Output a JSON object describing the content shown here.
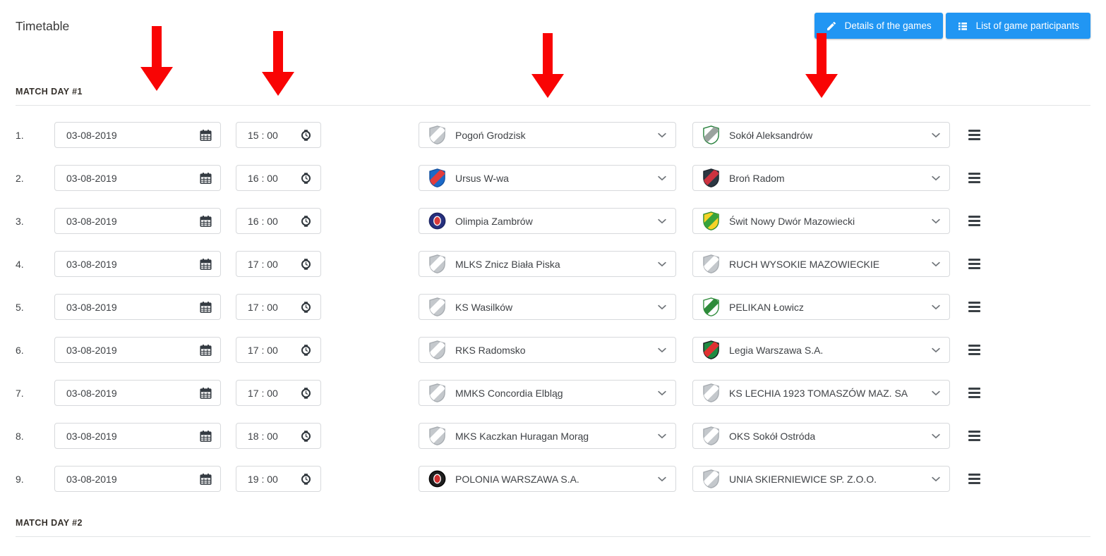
{
  "header": {
    "title": "Timetable",
    "buttons": [
      {
        "label": "Details of the games",
        "icon": "pencil-icon"
      },
      {
        "label": "List of game participants",
        "icon": "list-icon"
      }
    ]
  },
  "colors": {
    "accent_blue": "#2196f3",
    "arrow_red": "#f90404",
    "input_border": "#d7d9dc"
  },
  "sections": {
    "day1": "MATCH DAY #1",
    "day2": "MATCH DAY #2"
  },
  "annotations": {
    "arrow_count": 4,
    "arrow_meaning": "red down arrows pointing at date, time, home team and away team columns"
  },
  "rows": [
    {
      "num": "1.",
      "date": "03-08-2019",
      "time": "15 : 00",
      "home": {
        "name": "Pogoń Grodzisk",
        "crest": {
          "shape": "shield",
          "colors": [
            "#c4c8cc",
            "#ffffff",
            "#a6abb0"
          ]
        }
      },
      "away": {
        "name": "Sokół Aleksandrów",
        "crest": {
          "shape": "shield",
          "colors": [
            "#ffffff",
            "#9aa39e",
            "#1e7b34"
          ]
        }
      }
    },
    {
      "num": "2.",
      "date": "03-08-2019",
      "time": "16 : 00",
      "home": {
        "name": "Ursus W-wa",
        "crest": {
          "shape": "shield",
          "colors": [
            "#1b6ac9",
            "#e23c3c",
            "#14509e"
          ]
        }
      },
      "away": {
        "name": "Broń Radom",
        "crest": {
          "shape": "shield",
          "colors": [
            "#2c3742",
            "#cd3340",
            "#1d242c"
          ]
        }
      }
    },
    {
      "num": "3.",
      "date": "03-08-2019",
      "time": "16 : 00",
      "home": {
        "name": "Olimpia Zambrów",
        "crest": {
          "shape": "circle",
          "colors": [
            "#27307e",
            "#d93a3a",
            "#1a2360"
          ]
        }
      },
      "away": {
        "name": "Świt Nowy Dwór Mazowiecki",
        "crest": {
          "shape": "shield",
          "colors": [
            "#f5d327",
            "#37a33c",
            "#2c8b2c"
          ]
        }
      }
    },
    {
      "num": "4.",
      "date": "03-08-2019",
      "time": "17 : 00",
      "home": {
        "name": "MLKS Znicz Biała Piska",
        "crest": {
          "shape": "shield",
          "colors": [
            "#c4c8cc",
            "#ffffff",
            "#a6abb0"
          ]
        }
      },
      "away": {
        "name": "RUCH WYSOKIE MAZOWIECKIE",
        "crest": {
          "shape": "shield",
          "colors": [
            "#c4c8cc",
            "#ffffff",
            "#a6abb0"
          ]
        }
      }
    },
    {
      "num": "5.",
      "date": "03-08-2019",
      "time": "17 : 00",
      "home": {
        "name": "KS Wasilków",
        "crest": {
          "shape": "shield",
          "colors": [
            "#c4c8cc",
            "#ffffff",
            "#a6abb0"
          ]
        }
      },
      "away": {
        "name": "PELIKAN Łowicz",
        "crest": {
          "shape": "shield",
          "colors": [
            "#ffffff",
            "#2e8b3a",
            "#2e8b3a"
          ]
        }
      }
    },
    {
      "num": "6.",
      "date": "03-08-2019",
      "time": "17 : 00",
      "home": {
        "name": "RKS Radomsko",
        "crest": {
          "shape": "shield",
          "colors": [
            "#c4c8cc",
            "#ffffff",
            "#a6abb0"
          ]
        }
      },
      "away": {
        "name": "Legia Warszawa S.A.",
        "crest": {
          "shape": "shield",
          "colors": [
            "#1e8a41",
            "#e03131",
            "#14181b"
          ]
        }
      }
    },
    {
      "num": "7.",
      "date": "03-08-2019",
      "time": "17 : 00",
      "home": {
        "name": "MMKS Concordia Elbląg",
        "crest": {
          "shape": "shield",
          "colors": [
            "#c4c8cc",
            "#ffffff",
            "#a6abb0"
          ]
        }
      },
      "away": {
        "name": "KS LECHIA 1923 TOMASZÓW MAZ. SA",
        "crest": {
          "shape": "shield",
          "colors": [
            "#c4c8cc",
            "#ffffff",
            "#a6abb0"
          ]
        }
      }
    },
    {
      "num": "8.",
      "date": "03-08-2019",
      "time": "18 : 00",
      "home": {
        "name": "MKS Kaczkan Huragan Morąg",
        "crest": {
          "shape": "shield",
          "colors": [
            "#c4c8cc",
            "#ffffff",
            "#a6abb0"
          ]
        }
      },
      "away": {
        "name": "OKS Sokół Ostróda",
        "crest": {
          "shape": "shield",
          "colors": [
            "#c4c8cc",
            "#ffffff",
            "#a6abb0"
          ]
        }
      }
    },
    {
      "num": "9.",
      "date": "03-08-2019",
      "time": "19 : 00",
      "home": {
        "name": "POLONIA WARSZAWA S.A.",
        "crest": {
          "shape": "circle",
          "colors": [
            "#1f1f1f",
            "#cf2e2e",
            "#000000"
          ]
        }
      },
      "away": {
        "name": "UNIA SKIERNIEWICE SP. Z.O.O.",
        "crest": {
          "shape": "shield",
          "colors": [
            "#c4c8cc",
            "#ffffff",
            "#a6abb0"
          ]
        }
      }
    }
  ]
}
